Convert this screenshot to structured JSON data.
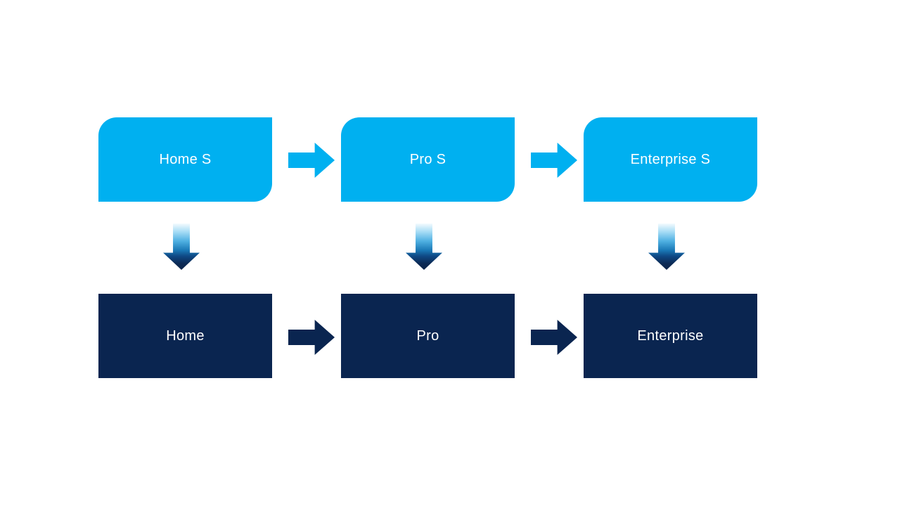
{
  "diagram": {
    "columns": [
      {
        "top_label": "Home S",
        "bottom_label": "Home"
      },
      {
        "top_label": "Pro S",
        "bottom_label": "Pro"
      },
      {
        "top_label": "Enterprise S",
        "bottom_label": "Enterprise"
      }
    ],
    "colors": {
      "top_box_fill": "#00b0f0",
      "bottom_box_fill": "#0a2550",
      "label_text": "#ffffff",
      "top_arrow_fill": "#00b0f0",
      "top_arrow_glow": "#9fdff8",
      "bottom_arrow_fill": "#0a2550",
      "bottom_arrow_glow": "#b6c4d6",
      "down_arrow_gradient_start": "#f4fbfe",
      "down_arrow_gradient_end": "#0b2348",
      "background": "#ffffff"
    }
  }
}
